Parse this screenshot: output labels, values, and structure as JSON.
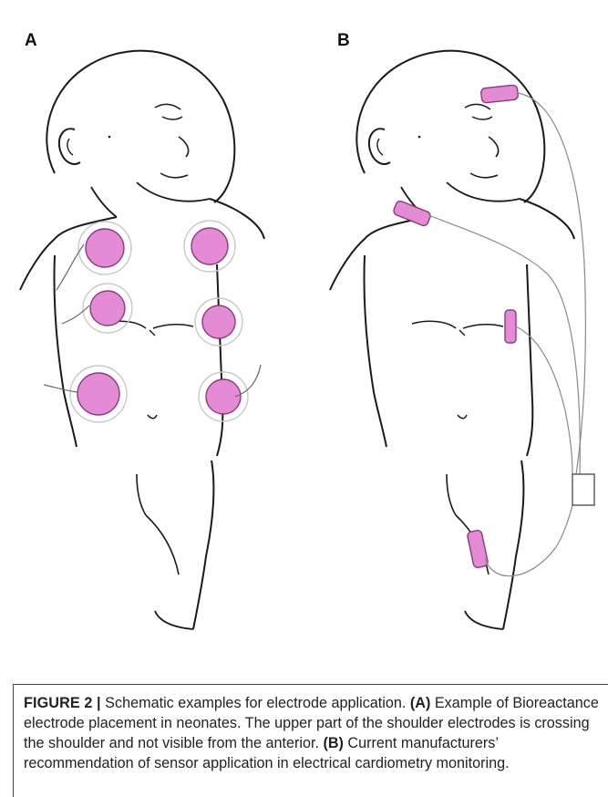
{
  "panels": {
    "a": {
      "label": "A"
    },
    "b": {
      "label": "B"
    }
  },
  "colors": {
    "ink": "#1a1a1a",
    "electrode": "#e48bd6",
    "electrode_edge": "#8a3a7c",
    "wire": "#8a8a8a",
    "rim": "#c9c9c9"
  },
  "caption": {
    "figure_label": "FIGURE 2 |",
    "intro": " Schematic examples for electrode application. ",
    "a_tag": "(A)",
    "a_text": " Example of Bioreactance electrode placement in neonates. The upper part of the shoulder electrodes is crossing the shoulder and not visible from the anterior. ",
    "b_tag": "(B)",
    "b_text": " Current manufacturers’ recommendation of sensor application in electrical cardiometry monitoring."
  }
}
